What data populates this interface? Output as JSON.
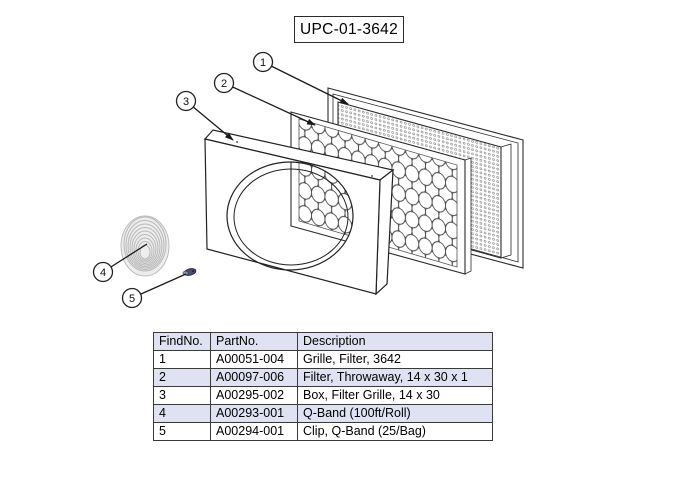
{
  "title": "UPC-01-3642",
  "callouts": [
    {
      "number": "1",
      "target": "grille"
    },
    {
      "number": "2",
      "target": "filter"
    },
    {
      "number": "3",
      "target": "box"
    },
    {
      "number": "4",
      "target": "q-band-roll"
    },
    {
      "number": "5",
      "target": "clip"
    }
  ],
  "table": {
    "headers": [
      "FindNo.",
      "PartNo.",
      "Description"
    ],
    "rows": [
      [
        "1",
        "A00051-004",
        "Grille, Filter, 3642"
      ],
      [
        "2",
        "A00097-006",
        "Filter, Throwaway, 14 x 30 x 1"
      ],
      [
        "3",
        "A00295-002",
        "Box, Filter Grille, 14 x 30"
      ],
      [
        "4",
        "A00293-001",
        "Q-Band (100ft/Roll)"
      ],
      [
        "5",
        "A00294-001",
        "Clip, Q-Band (25/Bag)"
      ]
    ]
  },
  "colors": {
    "row_shade": "#dfe2f2",
    "drawing_line": "#1a1a1a",
    "coil_gray": "#b8b8b8",
    "clip_dark": "#49506b"
  }
}
